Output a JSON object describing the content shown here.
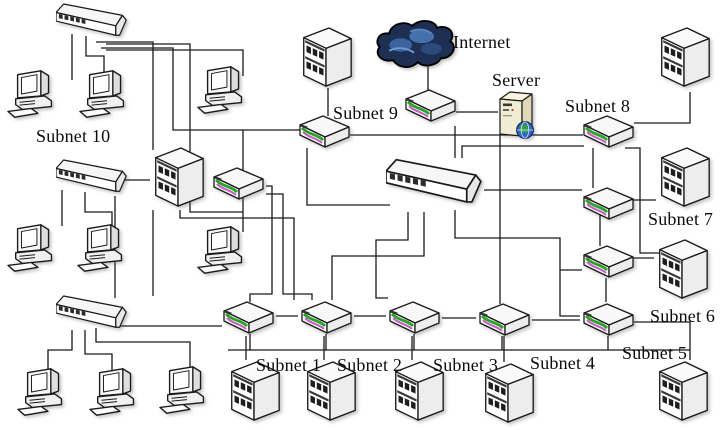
{
  "diagram": {
    "type": "network-topology",
    "labels": {
      "internet": "Internet",
      "server": "Server",
      "subnet1": "Subnet 1",
      "subnet2": "Subnet 2",
      "subnet3": "Subnet 3",
      "subnet4": "Subnet 4",
      "subnet5": "Subnet 5",
      "subnet6": "Subnet 6",
      "subnet7": "Subnet 7",
      "subnet8": "Subnet 8",
      "subnet9": "Subnet 9",
      "subnet10": "Subnet 10"
    },
    "inventory": {
      "internet_clouds": 1,
      "server_towers": 1,
      "switches": 4,
      "routers": 11,
      "desktop_computers": 9,
      "mainframe_buildings": 10
    },
    "icon_types": [
      "internet-cloud-icon",
      "server-tower-icon",
      "switch-icon",
      "router-icon",
      "desktop-computer-icon",
      "mainframe-building-icon"
    ],
    "colors": {
      "background": "#ffffff",
      "wire": "#1a1a1a",
      "label_text": "#0b0b0b",
      "cloud_dark": "#1d2f52",
      "cloud_mid": "#3a639f",
      "cloud_light": "#6f9bd2",
      "router_stripe_green": "#2aa52a",
      "router_stripe_magenta": "#c85ac8",
      "server_body": "#f1ecd4",
      "globe_blue": "#2e66c8"
    }
  }
}
